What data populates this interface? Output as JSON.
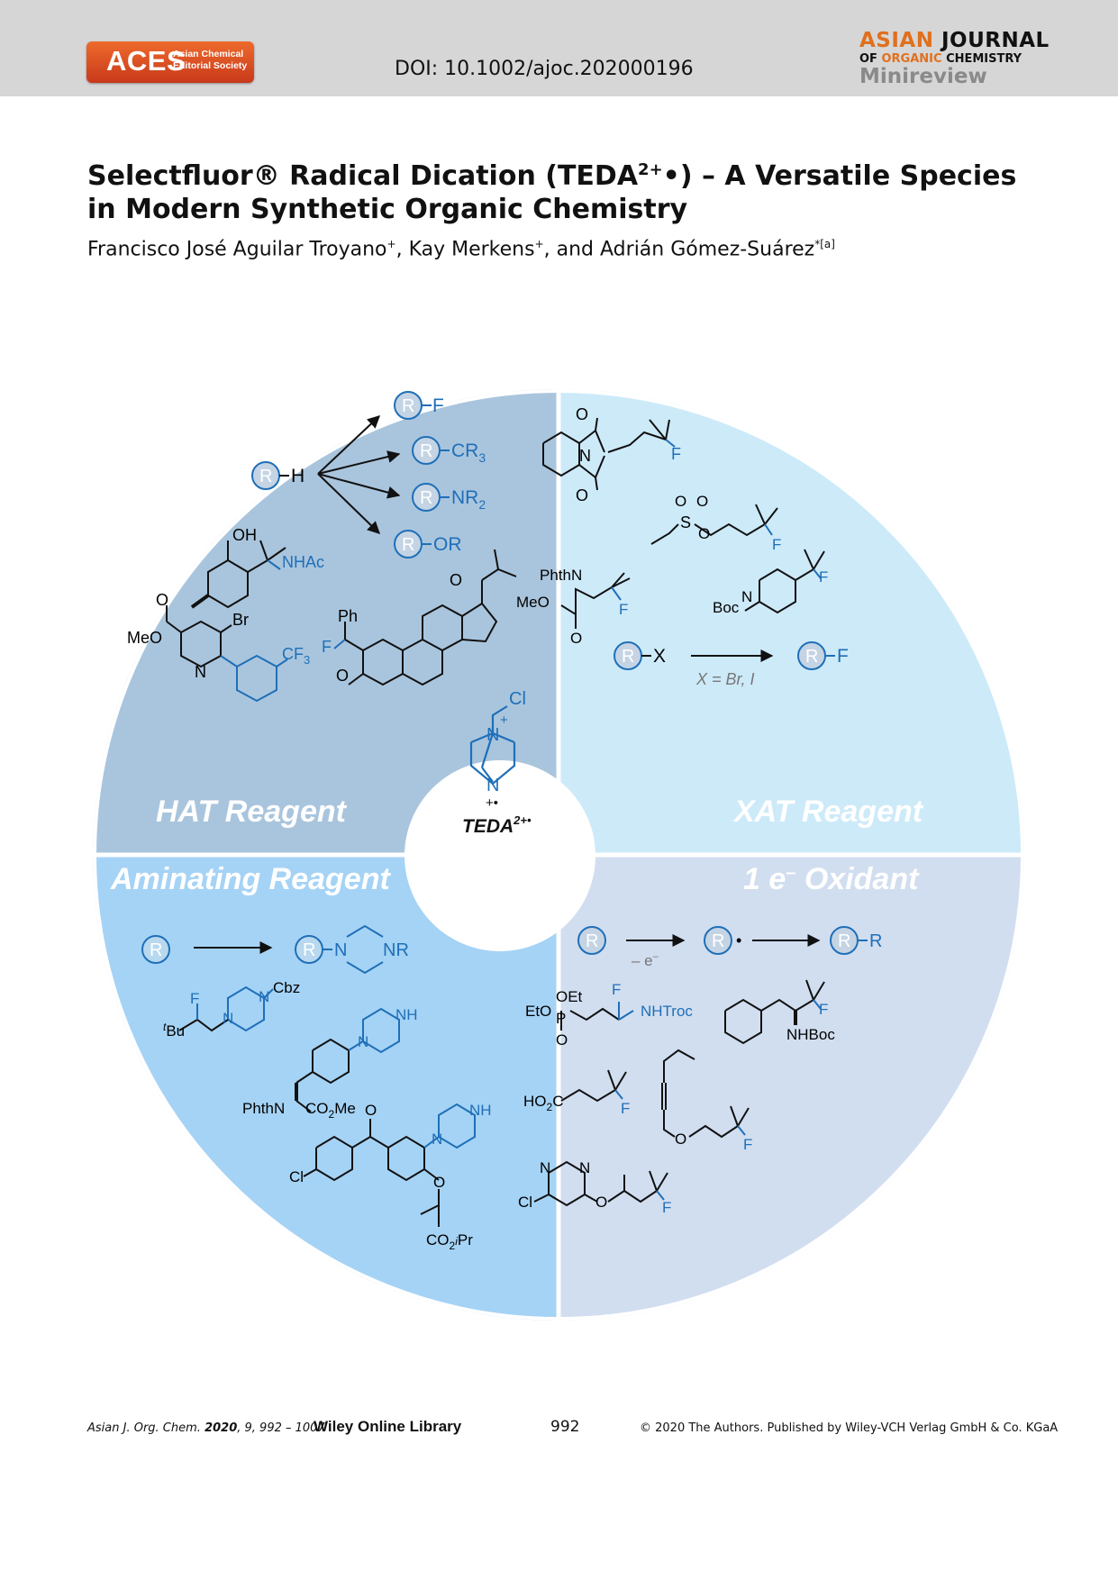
{
  "header": {
    "logo_big": "ACES",
    "logo_small_1": "Asian Chemical",
    "logo_small_2": "Editorial Society",
    "doi": "DOI: 10.1002/ajoc.202000196",
    "journal_word1": "ASIAN",
    "journal_word2": "JOURNAL",
    "journal_word3": "OF",
    "journal_word4": "ORGANIC",
    "journal_word5": "CHEMISTRY",
    "section": "Minireview"
  },
  "article": {
    "title_part1": "Selectfluor® Radical Dication (TEDA",
    "title_sup": "2+",
    "title_part2": "•) – A Versatile Species in Modern Synthetic Organic Chemistry",
    "author1": "Francisco José Aguilar Troyano",
    "author1_mark": "+",
    "author2": "Kay Merkens",
    "author2_mark": "+",
    "author3": "Adrián Gómez-Suárez",
    "author3_mark": "*[a]",
    "sep1": ", ",
    "sep2": ", and "
  },
  "figure": {
    "colors": {
      "hat": "#a9c5dd",
      "xat": "#cdeaf9",
      "aminating": "#a5d3f5",
      "oxidant": "#d1def0",
      "blue_text": "#1f6fb8"
    },
    "quadrants": {
      "hat": "HAT Reagent",
      "xat": "XAT Reagent",
      "aminating": "Aminating Reagent",
      "oxidant_pre": "1 e",
      "oxidant_sup": "–",
      "oxidant_post": " Oxidant"
    },
    "center": {
      "cl": "Cl",
      "n": "N",
      "plus": "+",
      "radical": "+•",
      "label": "TEDA",
      "label_sup": "2+•"
    },
    "hat": {
      "r": "R",
      "h": "H",
      "f": "F",
      "cr3": "CR",
      "cr3_sub": "3",
      "nr2": "NR",
      "nr2_sub": "2",
      "or": "OR",
      "oh": "OH",
      "nhac": "NHAc",
      "ph": "Ph",
      "o": "O",
      "meo": "MeO",
      "br": "Br",
      "n": "N",
      "cf3": "CF",
      "cf3_sub": "3"
    },
    "xat": {
      "n": "N",
      "o": "O",
      "s": "S",
      "f": "F",
      "phthn": "PhthN",
      "meo": "MeO",
      "boc": "Boc",
      "x": "X",
      "condition": "X = Br, I"
    },
    "aminating": {
      "r": "R",
      "n": "N",
      "nr": "NR",
      "nh": "NH",
      "cbz": "Cbz",
      "f": "F",
      "tbu_t": "t",
      "tbu": "Bu",
      "phthn": "PhthN",
      "co2me": "CO",
      "co2me_sub": "2",
      "co2me_end": "Me",
      "o": "O",
      "cl": "Cl",
      "co2ipr": "CO",
      "co2ipr_sub": "2",
      "co2ipr_i": "i",
      "co2ipr_end": "Pr"
    },
    "oxidant": {
      "r": "R",
      "dot": "•",
      "minus_e": "– e",
      "minus_e_sup": "–",
      "eto": "EtO",
      "oet": "OEt",
      "p": "P",
      "o": "O",
      "f": "F",
      "nhtroc": "NHTroc",
      "nhboc": "NHBoc",
      "ho2c": "HO",
      "ho2c_sub": "2",
      "ho2c_end": "C",
      "n": "N",
      "cl": "Cl"
    }
  },
  "footer": {
    "journal": "Asian J. Org. Chem.",
    "year": "2020",
    "vol_pages": ", 9, 992 – 1007",
    "library": "Wiley Online Library",
    "page": "992",
    "copyright": "© 2020 The Authors. Published by Wiley-VCH Verlag GmbH & Co. KGaA"
  }
}
